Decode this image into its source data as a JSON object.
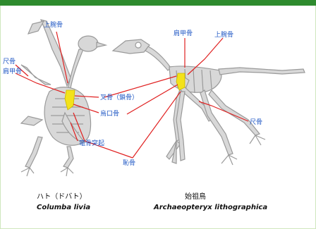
{
  "labels": {
    "pigeon_scapula": "肩甲骨",
    "pigeon_ulna": "尺骨",
    "pigeon_humerus": "上腕骨",
    "furcula": "叉骨（鎖骨）",
    "coracoid": "烏口骨",
    "sternum_keel": "竜骨突起",
    "pubis": "恥骨",
    "arch_scapula": "肩甲骨",
    "arch_humerus": "上腕骨",
    "arch_ulna": "尺骨"
  },
  "captions": {
    "pigeon_jp": "ハト（ドバト）",
    "pigeon_latin": "Columba livia",
    "arch_jp": "始祖鳥",
    "arch_latin": "Archaeopteryx lithographica"
  },
  "colors": {
    "topbar": "#2e8b2e",
    "bone": "#d8d8d8",
    "highlight": "#f3e21a",
    "leader_line": "#e02020",
    "label_text": "#1f57c4"
  }
}
